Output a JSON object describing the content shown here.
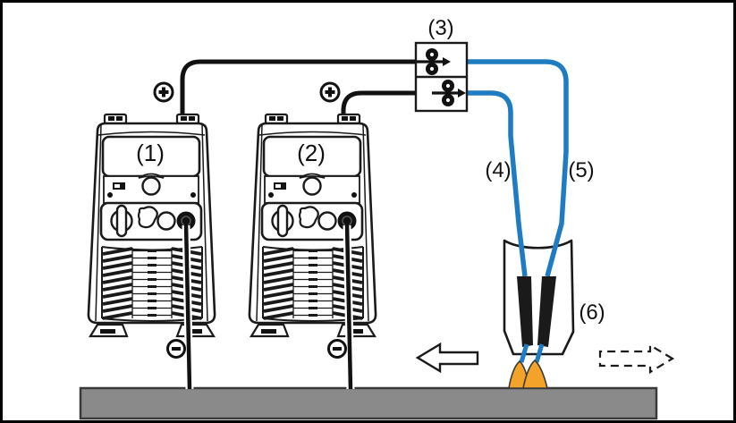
{
  "frame": {
    "background": "#FFFFFF",
    "border_color": "#000000"
  },
  "labels": {
    "machine1": "(1)",
    "machine2": "(2)",
    "feeder": "(3)",
    "hose_left": "(4)",
    "hose_right": "(5)",
    "torch": "(6)"
  },
  "terminals": {
    "positive_symbol": "+",
    "negative_symbol": "−",
    "positive_count": 2,
    "negative_count": 2
  },
  "colors": {
    "cable_blue": "#1F7CC2",
    "arc_orange": "#F4A32A",
    "workpiece_gray": "#8A8A8A",
    "line_black": "#1A1A1A"
  },
  "arrows": {
    "solid": "left",
    "dashed": "right"
  },
  "icons": {
    "feed_rollers": "wire-feed-rollers-icon",
    "positive": "plus-terminal-icon",
    "negative": "minus-terminal-icon"
  }
}
